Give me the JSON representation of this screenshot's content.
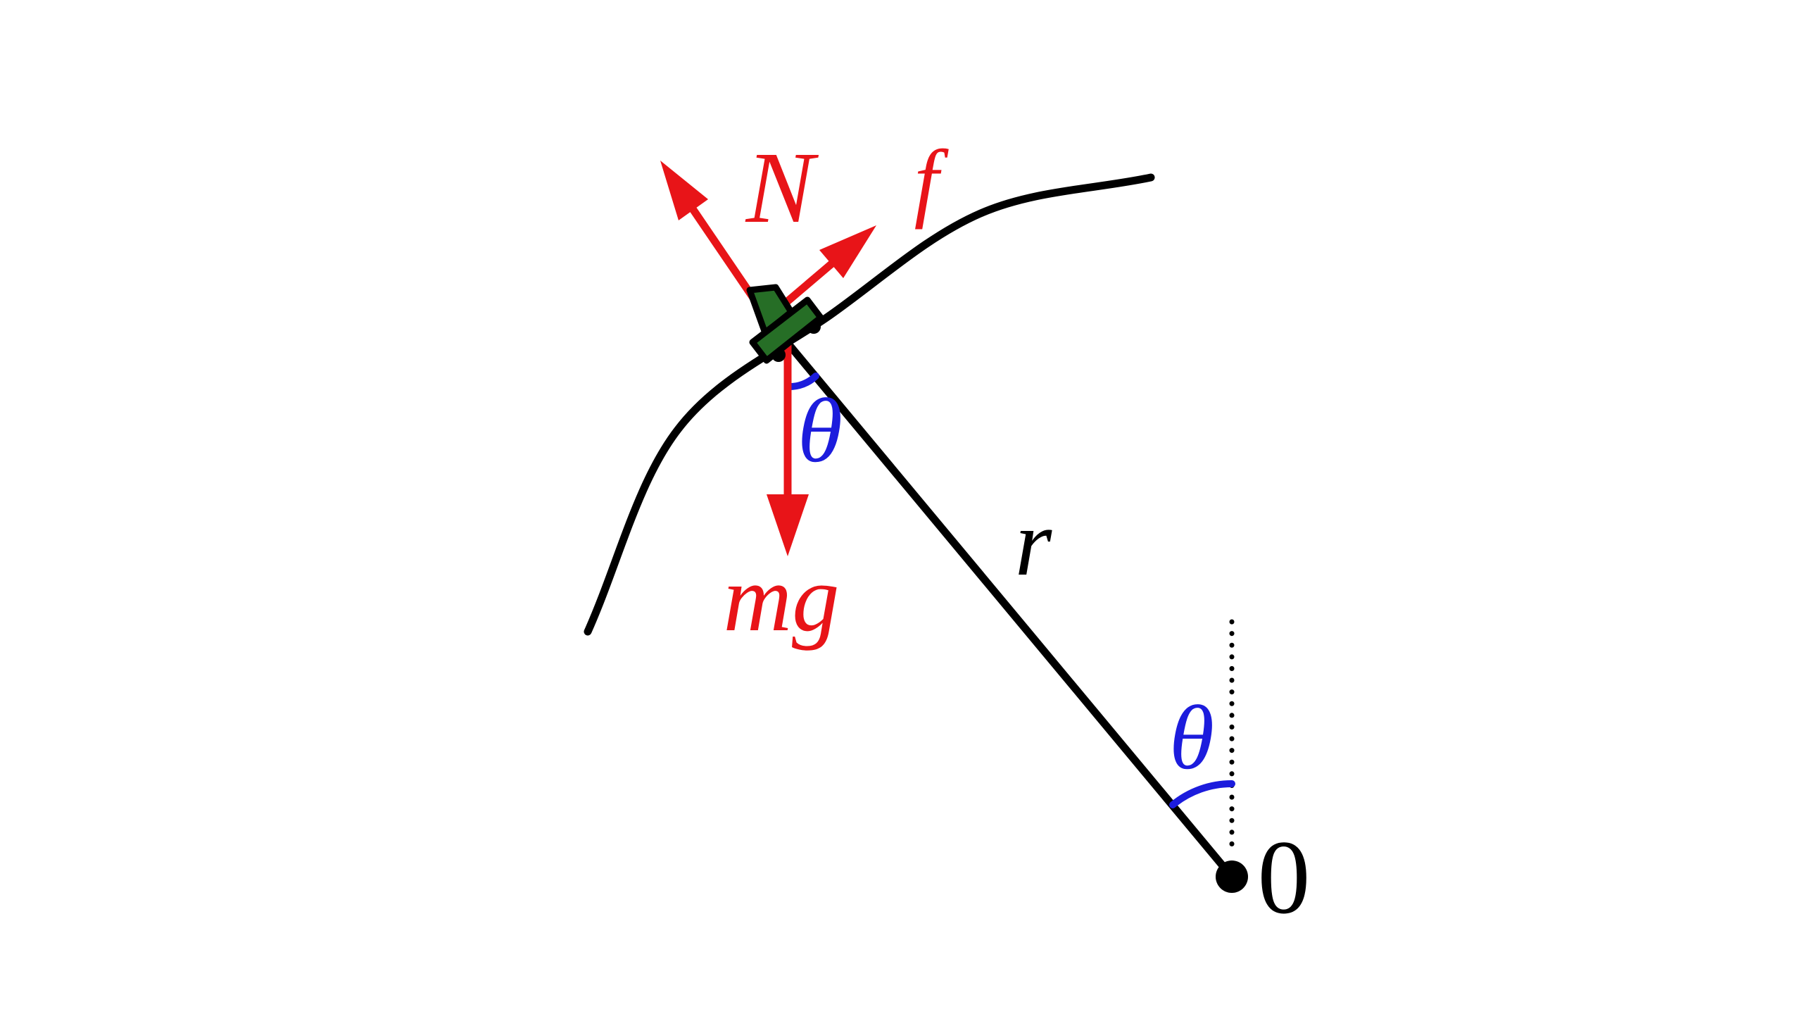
{
  "labels": {
    "normal_force": "N",
    "friction_force": "f",
    "weight": "mg",
    "radius": "r",
    "angle_at_surface": "θ",
    "angle_at_center": "θ",
    "center_point": "0"
  },
  "colors": {
    "force": "#e81418",
    "angle": "#1c1cdd",
    "block": "#266e26",
    "line": "#000000",
    "background": "#ffffff"
  }
}
